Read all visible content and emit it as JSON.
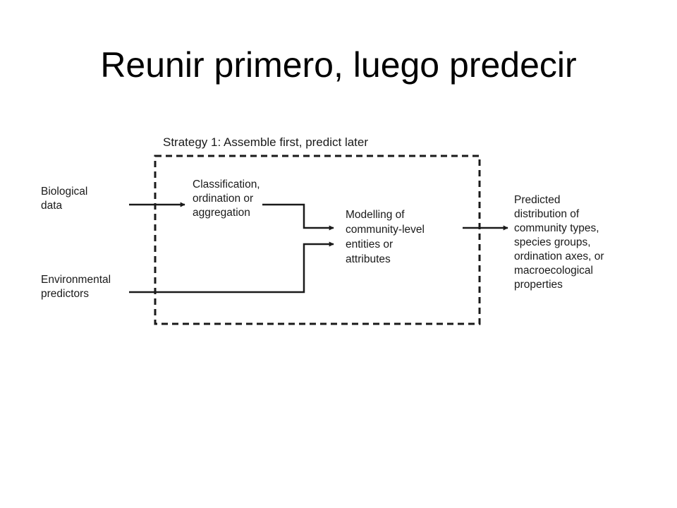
{
  "slide": {
    "title": "Reunir primero, luego predecir"
  },
  "diagram": {
    "strategy_title": "Strategy 1: Assemble first, predict later",
    "nodes": {
      "biological": [
        "Biological",
        "data"
      ],
      "environmental": [
        "Environmental",
        "predictors"
      ],
      "classification": [
        "Classification,",
        "ordination or",
        "aggregation"
      ],
      "modelling": [
        "Modelling of",
        "community-level",
        "entities or",
        "attributes"
      ],
      "predicted": [
        "Predicted",
        "distribution of",
        "community types,",
        "species groups,",
        "ordination axes, or",
        "macroecological",
        "properties"
      ]
    }
  }
}
